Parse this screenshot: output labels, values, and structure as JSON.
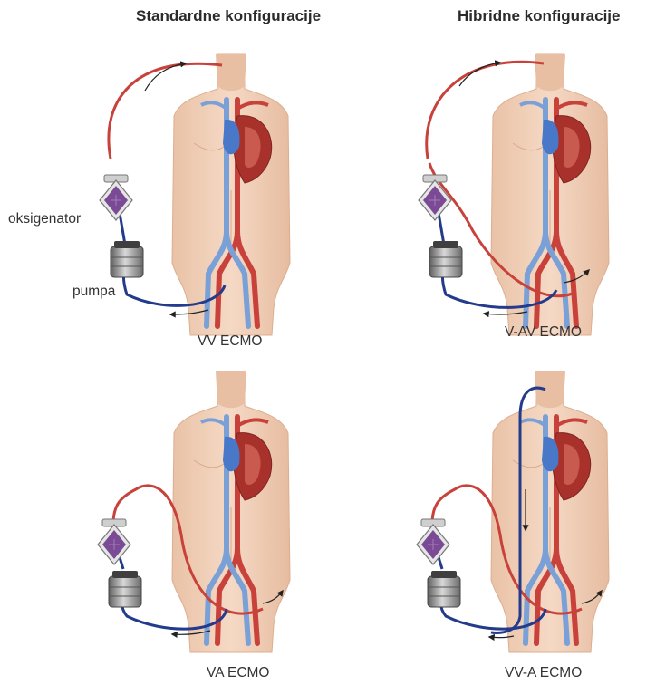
{
  "headings": {
    "standard": "Standardne konfiguracije",
    "hybrid": "Hibridne konfiguracije"
  },
  "labels": {
    "oxygenator": "oksigenator",
    "pump": "pumpa"
  },
  "panels": [
    {
      "id": "vv",
      "caption": "VV ECMO"
    },
    {
      "id": "vav",
      "caption": "V-AV ECMO"
    },
    {
      "id": "va",
      "caption": "VA ECMO"
    },
    {
      "id": "vva",
      "caption": "VV-A ECMO"
    }
  ],
  "colors": {
    "skin": "#f2d2bc",
    "skin_shadow": "#e3b89c",
    "arterial": "#c8413a",
    "venous": "#7aa0d8",
    "deoxygenated_line": "#243b8c",
    "oxygenator_purple": "#7b4a94",
    "pump_grey": "#8c8c8c",
    "heart_red": "#a8322b",
    "heart_blue": "#4a78c8"
  }
}
